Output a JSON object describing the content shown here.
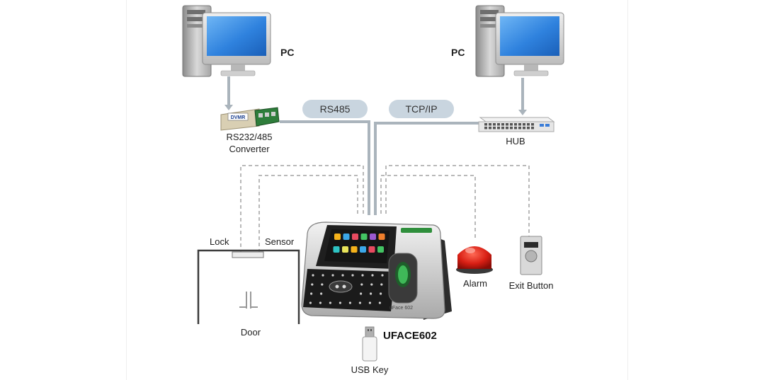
{
  "nodes": {
    "pc_left": "PC",
    "pc_right": "PC",
    "converter_line1": "RS232/485",
    "converter_line2": "Converter",
    "converter_brand": "DVMR",
    "hub": "HUB",
    "lock": "Lock",
    "sensor": "Sensor",
    "door": "Door",
    "alarm": "Alarm",
    "exit_button": "Exit Button",
    "usb_key": "USB Key",
    "device": "UFACE602",
    "device_body_text": "uFace 602"
  },
  "links": {
    "rs485": "RS485",
    "tcpip": "TCP/IP"
  },
  "colors": {
    "pill": "#c9d5df",
    "wire_solid": "#aab4bc",
    "wire_dashed": "#b9b9b9",
    "screen": "#3d8fe0",
    "alarm_red": "#d81f14"
  },
  "icons": [
    "pc-icon",
    "converter-icon",
    "hub-icon",
    "alarm-icon",
    "exit-button-icon",
    "usb-key-icon",
    "door-icon",
    "uface-device-icon"
  ]
}
